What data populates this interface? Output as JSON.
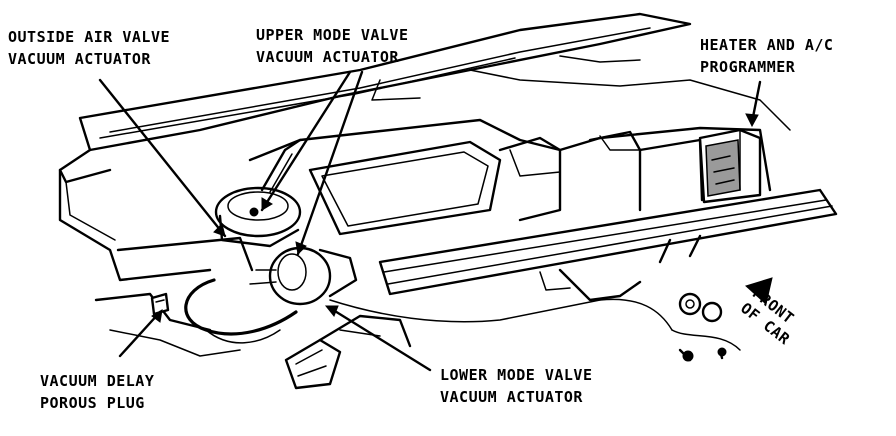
{
  "labels": {
    "outside_air_line1": "OUTSIDE AIR VALVE",
    "outside_air_line2": "VACUUM ACTUATOR",
    "upper_mode_line1": "UPPER MODE VALVE",
    "upper_mode_line2": "VACUUM ACTUATOR",
    "heater_line1": "HEATER AND A/C",
    "heater_line2": "PROGRAMMER",
    "delay_line1": "VACUUM DELAY",
    "delay_line2": "POROUS PLUG",
    "lower_mode_line1": "LOWER MODE VALVE",
    "lower_mode_line2": "VACUUM ACTUATOR",
    "front_line1": "FRONT",
    "front_line2": "OF CAR"
  },
  "colors": {
    "ink": "#000000",
    "paper": "#ffffff"
  }
}
